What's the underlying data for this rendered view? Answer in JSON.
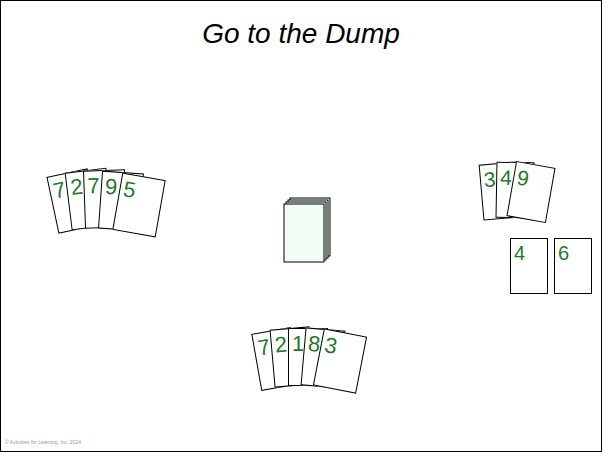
{
  "diagram": {
    "title": "Go to the Dump",
    "nodes": [
      {
        "text": [
          "7"
        ]
      },
      {
        "text": [
          "2"
        ]
      },
      {
        "text": [
          "7"
        ]
      },
      {
        "text": [
          "9"
        ]
      },
      {
        "text": [
          "5"
        ]
      },
      {
        "text": [
          "3"
        ]
      },
      {
        "text": [
          "4"
        ]
      },
      {
        "text": [
          "9"
        ]
      },
      {
        "text": [
          "4"
        ]
      },
      {
        "text": [
          "6"
        ]
      },
      {
        "text": [
          "7"
        ]
      },
      {
        "text": [
          "2"
        ]
      },
      {
        "text": [
          "1"
        ]
      },
      {
        "text": [
          "8"
        ]
      },
      {
        "text": [
          "3"
        ]
      }
    ],
    "labels": [
      "© Activities for Learning, Inc. 2024"
    ]
  }
}
